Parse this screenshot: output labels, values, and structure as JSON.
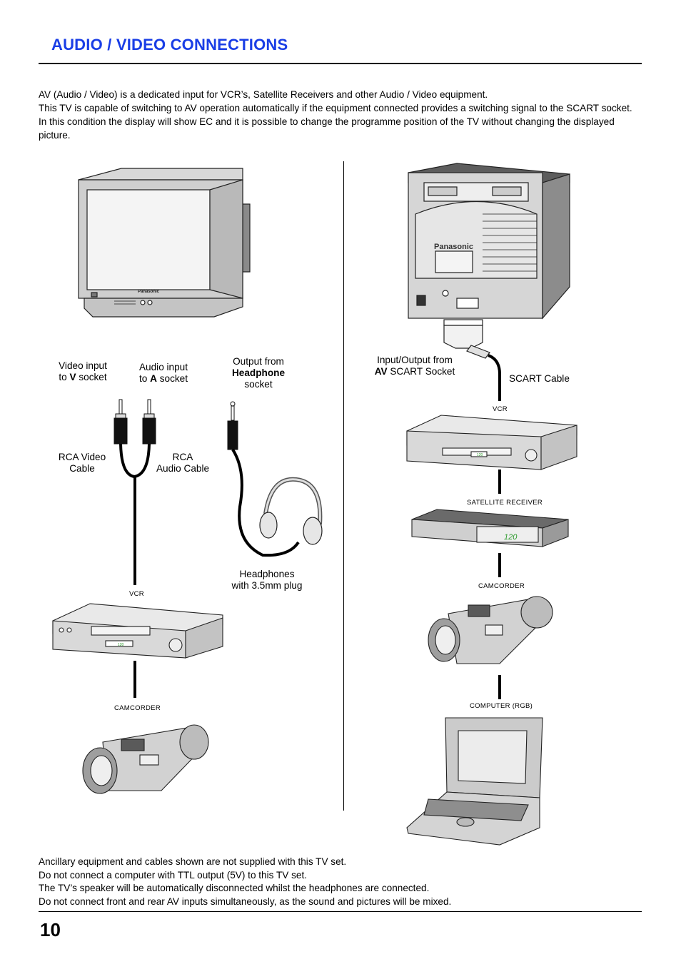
{
  "header": {
    "title": "AUDIO / VIDEO CONNECTIONS"
  },
  "intro": {
    "p1": "AV (Audio / Video) is a dedicated input for VCR’s, Satellite Receivers and other Audio / Video equipment.",
    "p2": "This TV is capable of switching to AV operation automatically if the equipment connected provides a switching signal to the SCART socket.",
    "p3": "In this condition the display will show EC and it is possible to change the programme position of the TV without changing the displayed picture."
  },
  "left_diagram": {
    "video_input": {
      "line1": "Video input",
      "line2_pre": "to ",
      "line2_bold": "V",
      "line2_post": " socket"
    },
    "audio_input": {
      "line1": "Audio input",
      "line2_pre": "to ",
      "line2_bold": "A",
      "line2_post": " socket"
    },
    "headphone_output": {
      "line1": "Output from",
      "line2_bold": "Headphone",
      "line3": "socket"
    },
    "rca_video": {
      "line1": "RCA Video",
      "line2": "Cable"
    },
    "rca_audio": {
      "line1": "RCA",
      "line2": "Audio Cable"
    },
    "headphones": {
      "line1": "Headphones",
      "line2": "with 3.5mm plug"
    },
    "vcr_label": "VCR",
    "camcorder_label": "CAMCORDER",
    "brand": "Panasonic",
    "vcr_display": "120"
  },
  "right_diagram": {
    "scart_io": {
      "line1": "Input/Output from",
      "line2_bold": "AV",
      "line2_post": " SCART Socket"
    },
    "scart_cable": "SCART Cable",
    "vcr_label": "VCR",
    "satellite_label": "SATELLITE RECEIVER",
    "camcorder_label": "CAMCORDER",
    "computer_label": "COMPUTER (RGB)",
    "brand": "Panasonic",
    "sat_display": "120",
    "vcr_display": "120"
  },
  "notes": {
    "n1": "Ancillary equipment and cables shown are not supplied with this TV set.",
    "n2": "Do not connect a computer with TTL output (5V) to this TV set.",
    "n3": "The TV’s speaker will be automatically disconnected whilst the headphones are connected.",
    "n4": "Do not connect front and rear AV inputs simultaneously, as the sound and pictures will be mixed."
  },
  "footer": {
    "page_number": "10"
  }
}
